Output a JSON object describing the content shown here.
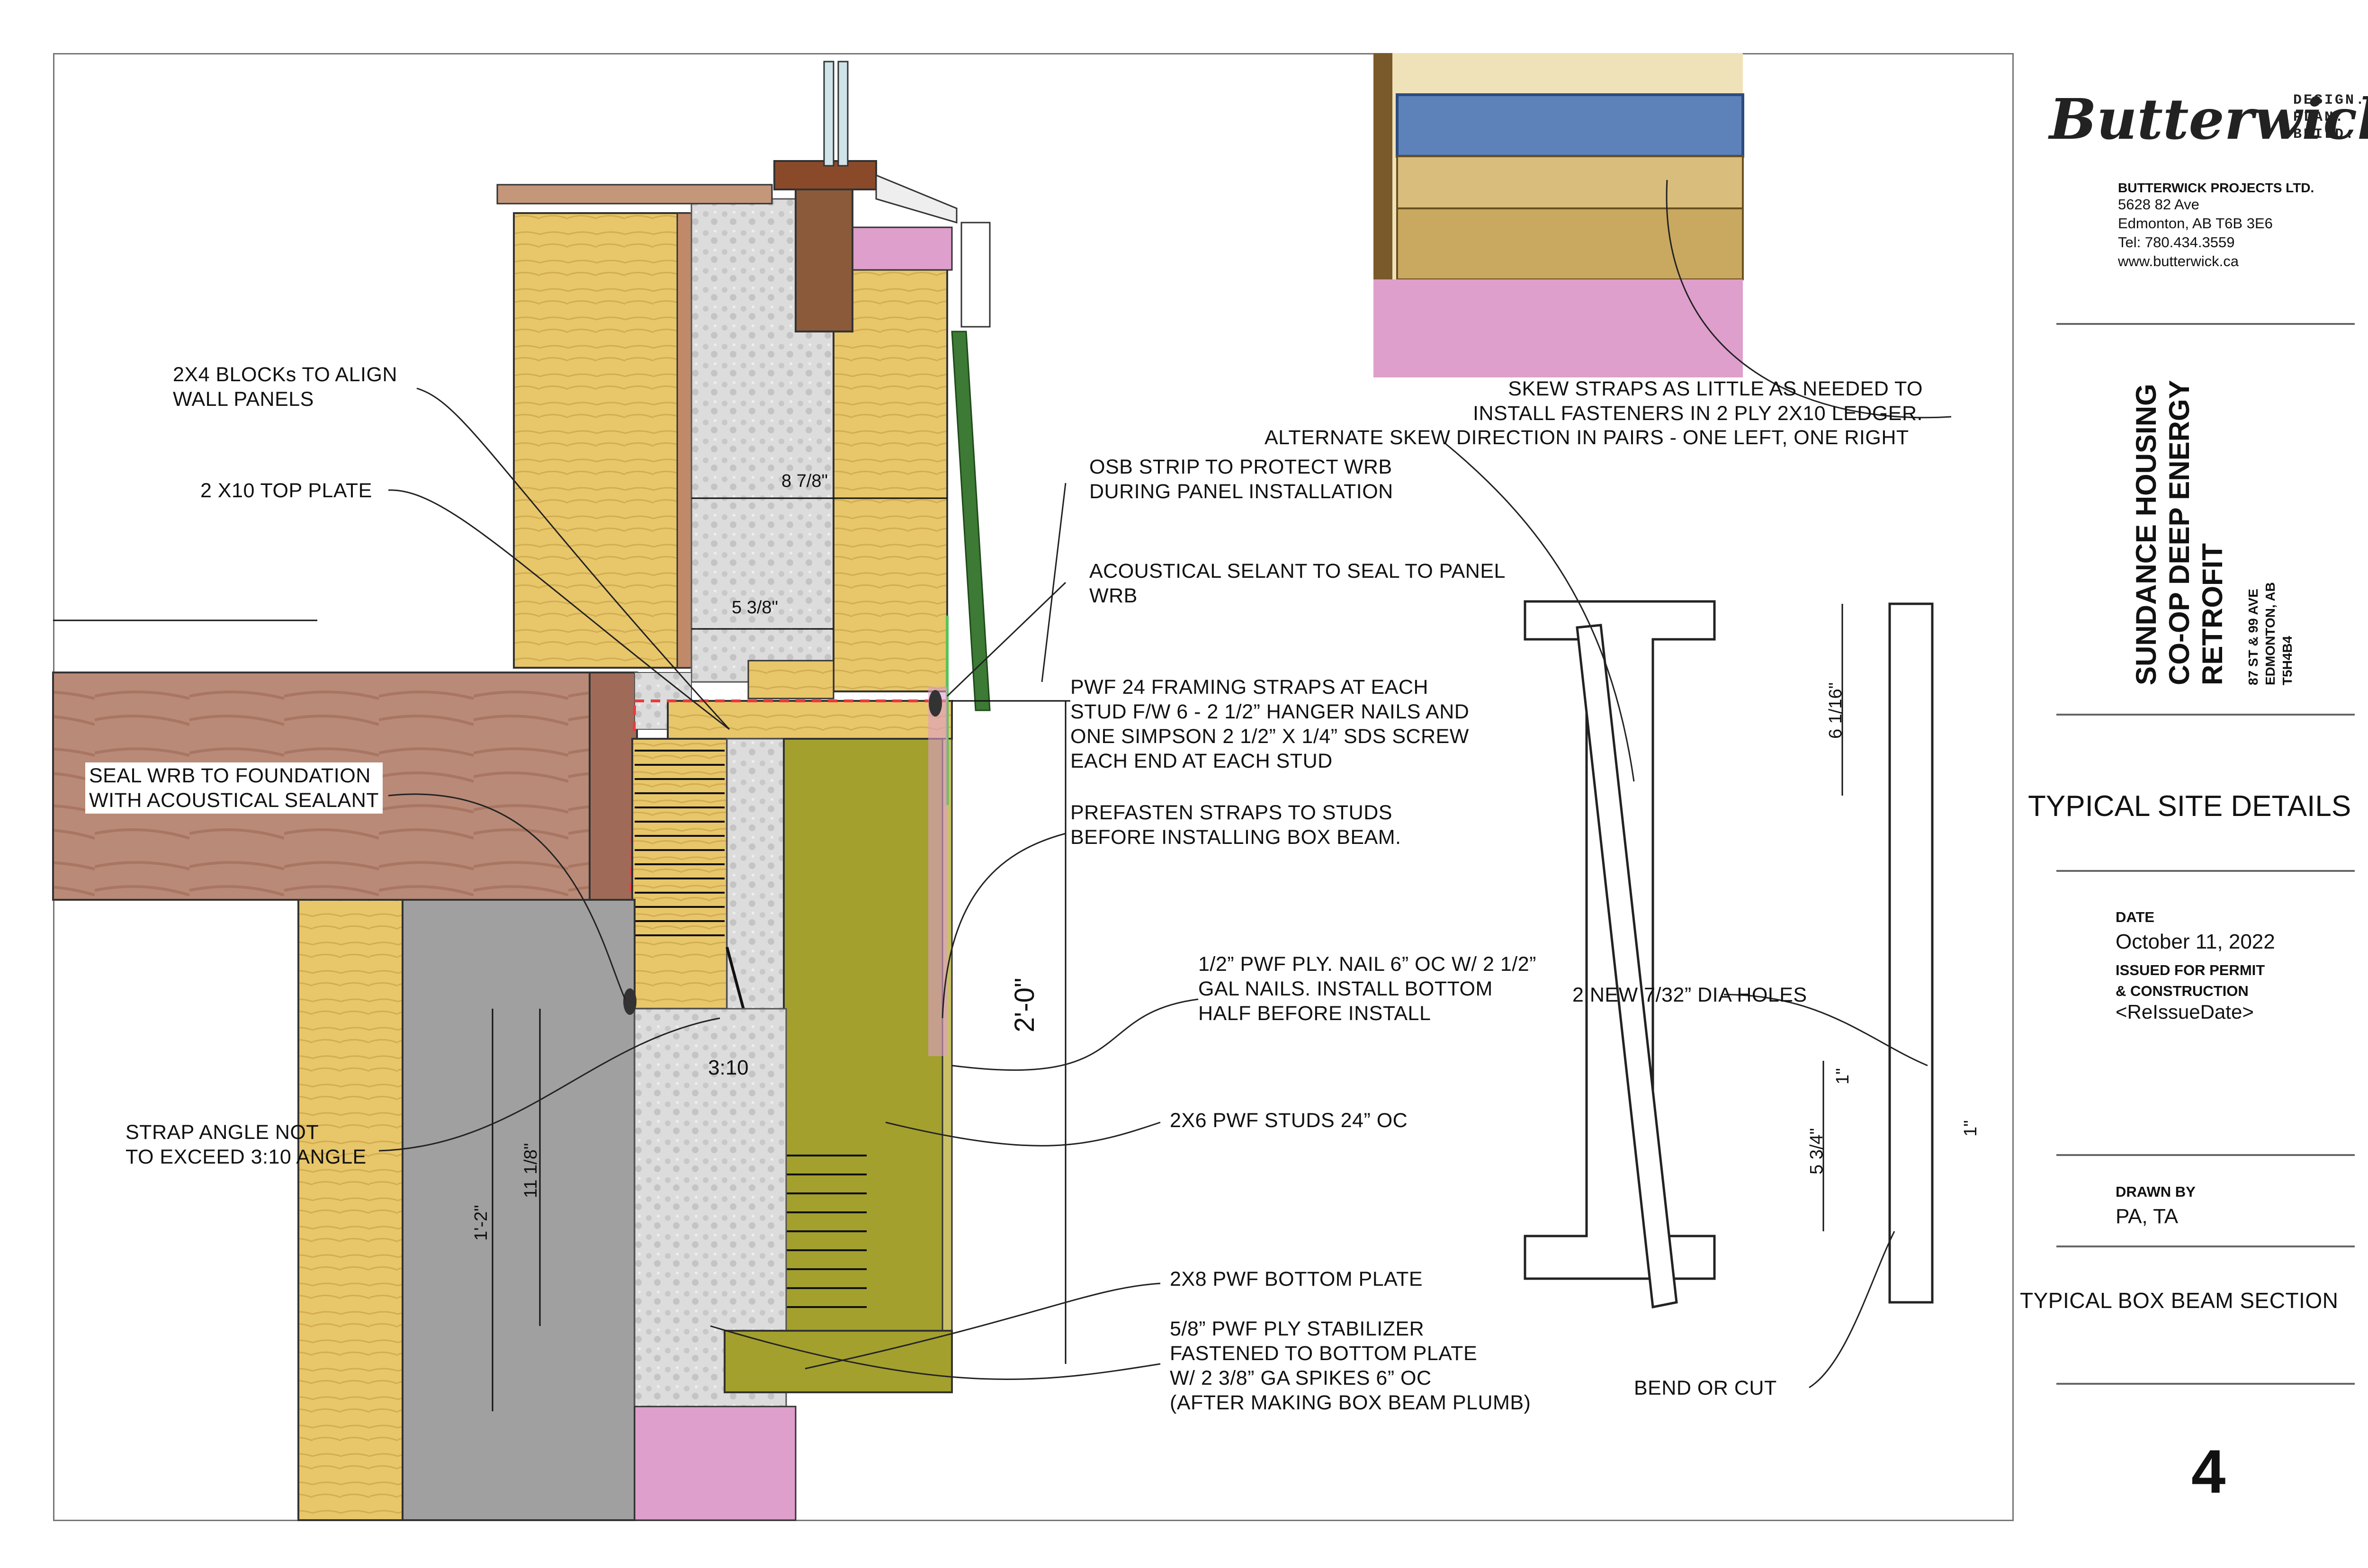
{
  "title_block": {
    "logo_text": "Butterwick",
    "logo_tagline": [
      "DESIGN.",
      "PLAN.",
      "BUILD."
    ],
    "company": "BUTTERWICK PROJECTS LTD.",
    "address": [
      "5628 82 Ave",
      "Edmonton, AB T6B 3E6",
      "Tel: 780.434.3559",
      "www.butterwick.ca"
    ],
    "project_name": [
      "SUNDANCE HOUSING",
      "CO-OP DEEP ENERGY",
      "RETROFIT"
    ],
    "project_address": [
      "87 ST & 99 AVE",
      "EDMONTON, AB",
      "T5H4B4"
    ],
    "sheet_title": "TYPICAL SITE DETAILS",
    "date_label": "DATE",
    "date_value": "October 11, 2022",
    "issued_label": [
      "ISSUED FOR PERMIT",
      "& CONSTRUCTION"
    ],
    "reissue": "<ReIssueDate>",
    "drawn_by_label": "DRAWN BY",
    "drawn_by_value": "PA, TA",
    "sheet_number": "4"
  },
  "notes": {
    "blocks": [
      "2X4 BLOCKs TO  ALIGN",
      "WALL PANELS"
    ],
    "top_plate": [
      "2 X10 TOP PLATE"
    ],
    "seal_wrb": [
      "SEAL WRB TO FOUNDATION",
      "WITH ACOUSTICAL SEALANT"
    ],
    "strap_angle": [
      "STRAP ANGLE NOT",
      "TO EXCEED 3:10 ANGLE"
    ],
    "osb_strip": [
      "OSB STRIP TO PROTECT WRB",
      "DURING PANEL INSTALLATION"
    ],
    "acoustical": [
      "ACOUSTICAL SELANT TO SEAL TO PANEL",
      " WRB"
    ],
    "pwf_straps": [
      "PWF 24 FRAMING STRAPS AT EACH",
      "STUD F/W  6 - 2 1/2” HANGER NAILS AND",
      "ONE SIMPSON 2 1/2” X 1/4” SDS SCREW",
      "EACH END AT EACH STUD"
    ],
    "prefasten": [
      "PREFASTEN STRAPS TO STUDS",
      "BEFORE INSTALLING BOX BEAM."
    ],
    "pwf_ply": [
      "1/2” PWF PLY. NAIL 6” OC W/ 2 1/2”",
      "GAL NAILS. INSTALL BOTTOM",
      "HALF BEFORE INSTALL"
    ],
    "studs": [
      "2X6 PWF STUDS 24” OC"
    ],
    "bottom_plate": [
      "2X8 PWF BOTTOM PLATE"
    ],
    "stabilizer": [
      "5/8” PWF PLY STABILIZER",
      "FASTENED TO  BOTTOM PLATE",
      "W/ 2 3/8” GA SPIKES 6” OC",
      "(AFTER MAKING BOX BEAM PLUMB)"
    ],
    "skew": [
      "SKEW STRAPS AS LITTLE AS NEEDED TO",
      "INSTALL FASTENERS IN 2 PLY 2X10 LEDGER."
    ],
    "alternate": [
      "ALTERNATE SKEW DIRECTION  IN PAIRS - ONE LEFT, ONE RIGHT"
    ],
    "holes": [
      "2 NEW 7/32” DIA HOLES"
    ],
    "bend": [
      "BEND OR CUT"
    ],
    "box_beam": [
      "TYPICAL BOX BEAM SECTION"
    ]
  },
  "dimensions": {
    "d1": "8 7/8\"",
    "d2": "5 3/8\"",
    "d3": "2'-0\"",
    "d4": "3:10",
    "d5": "11 1/8\"",
    "d6": "1'-2\"",
    "d7": "6 1/16\"",
    "d8": "5 3/4\"",
    "d9": "1\"",
    "d10": "1\""
  },
  "colors": {
    "plywood": "#e8c66a",
    "insulation": "#d8d8d8",
    "pwf": "#a3a02e",
    "beam": "#b7806a",
    "concrete": "#a0a0a0",
    "pink": "#de9fcc",
    "green": "#3d7a35",
    "blue": "#5d82b9",
    "brown": "#8a5a3a"
  }
}
